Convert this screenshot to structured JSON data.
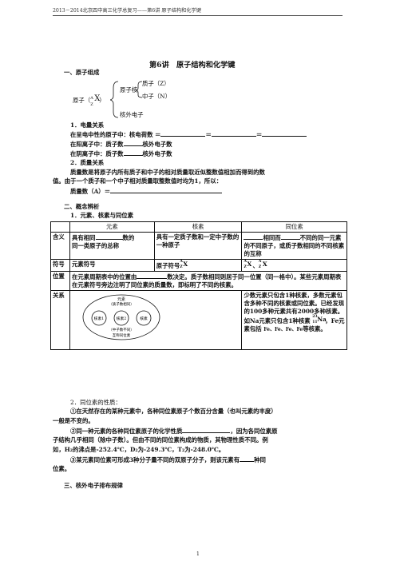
{
  "header": "2013－2014北京四中高三化学总复习——第6讲 原子结构和化学键",
  "title": "第6讲　原子结构和化学键",
  "sec1": {
    "heading": "一、原子组成",
    "atom_label": "原子（",
    "atom_mass": "A",
    "atom_num": "Z",
    "atom_symbol": "X",
    "atom_close": "）",
    "nucleus": "原子核",
    "proton": "质子（Z）",
    "neutron": "中子（N）",
    "electrons": "核外电子",
    "sub1": "1．电量关系",
    "line1": "在呈电中性的原子中：核电荷数 ＝",
    "eq": "＝",
    "line2a": "在阳离子中：质子数",
    "line2b": "核外电子数",
    "line3a": "在阴离子中：质子数",
    "line3b": "核外电子数",
    "sub2": "2．质量关系",
    "mass_text1": "质量数是将原子内所有质子和中子的相对质量取近似整数值相加而得到的数",
    "mass_text2": "值。由于一个质子和一个中子相对质量取整数值时均为1，所以：",
    "mass_formula": "质量数（A）＝"
  },
  "sec2": {
    "heading": "二、概念辨析",
    "sub1": "1．元素、核素与同位素",
    "table": {
      "col_element": "元素",
      "col_nuclide": "核素",
      "col_isotope": "同位素",
      "row_meaning": "含义",
      "meaning_element_a": "具有相同",
      "meaning_element_b": "数的",
      "meaning_element_c": "同一类原子的总称",
      "meaning_nuclide": "具有一定质子数和一定中子数的一种原子",
      "meaning_isotope_a": "相同而",
      "meaning_isotope_b": "不同的同一元素的不同原子，或质子数相同的不同核素的互称",
      "row_symbol": "符号",
      "symbol_element": "元素符号",
      "symbol_nuclide": "原子符号",
      "symbol_nuclide_sym": "X",
      "symbol_isotope_sym1": "X",
      "symbol_isotope_sym2": "X",
      "row_position": "位置",
      "position_a": "在元素周期表中的位置由",
      "position_b": "数决定。质子数相同则居于同一位置（同一格中）。某些元素周期表在元素符号旁边注明了同位素的质量数，即标明了不同的核素。",
      "row_relation": "关系",
      "diagram_outer": "元素",
      "diagram_outer_sub": "（质子数相同）",
      "diagram_n1": "核素1",
      "diagram_n2": "核素2",
      "diagram_n3": "核素",
      "diagram_mid": "（中子数不同）",
      "diagram_iso": "互称同位素",
      "relation_text": "少数元素只包含1种核素，多数元素包含多种不同的核素或同位素。已经发现的100多种元素共有2000多种核素。如Na元素只包含1种核素",
      "relation_na": "Na",
      "relation_fe": "，Fe元素包括",
      "relation_fe_list": "Fe、Fe、Fe、Fe",
      "relation_end": "等核素。",
      "m23": "23",
      "z11": "11",
      "m54": "54",
      "m56": "56",
      "m57": "57",
      "m58": "58",
      "z26": "26",
      "iso_a": "A",
      "iso_z": "Z",
      "iso_a1": "A′"
    },
    "sub2": "2．同位素的性质：",
    "p1a": "①在天然存在的某种元素中，各种同位素原子个数百分含量（也叫元素的丰度）",
    "p1b": "一般是不变的。",
    "p2a": "②同一种元素的各种同位素原子的化学性质",
    "p2b": "，因为各同位素原",
    "p2c": "子结构几乎相同（除中子数）。但由不同的同位素构成的物质，其物理性质不同。例",
    "p2d": "如，H₂的沸点是-252.4℃，D₂为-249.3℃，T₂为-248.0℃。",
    "p3a": "③某元素同位素可形成3种分子量不同的双原子分子，则该元素有",
    "p3b": "种同",
    "p3c": "位素。"
  },
  "sec3": {
    "heading": "三、核外电子排布规律"
  },
  "page_number": "1"
}
